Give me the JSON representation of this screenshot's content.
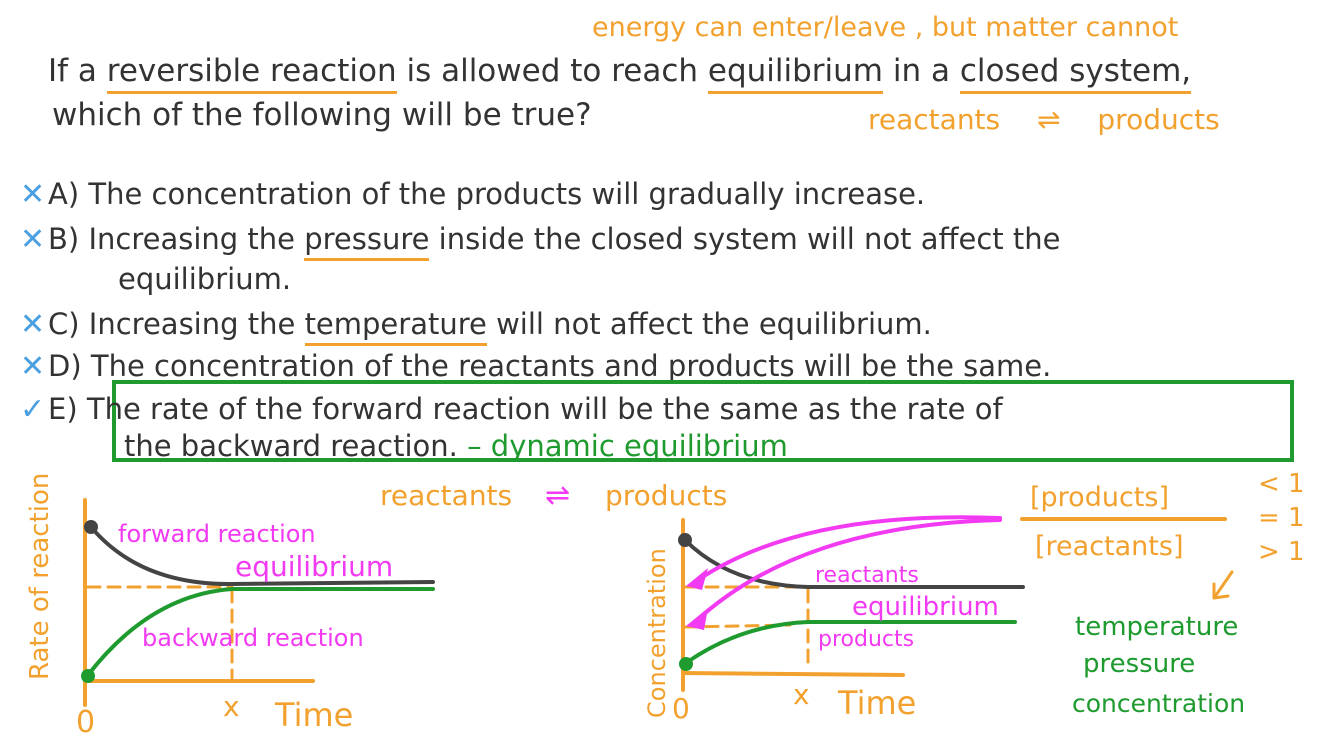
{
  "question": {
    "line1_pre": "If a ",
    "line1_u1": "reversible reaction",
    "line1_mid": " is allowed to reach ",
    "line1_u2": "equilibrium",
    "line1_mid2": " in a ",
    "line1_u3": "closed system,",
    "line2": "which of the following will be true?"
  },
  "annotations": {
    "closed_system_note": "energy can enter/leave , but matter cannot",
    "reactants": "reactants",
    "arrow": "⇌",
    "products": "products"
  },
  "options": [
    {
      "mark": "✕",
      "letter": "A)",
      "text": "The concentration of the products will gradually increase.",
      "correct": false
    },
    {
      "mark": "✕",
      "letter": "B)",
      "pre": "Increasing the ",
      "underlined": "pressure",
      "post": " inside the closed system will not affect the",
      "line2": "equilibrium.",
      "correct": false
    },
    {
      "mark": "✕",
      "letter": "C)",
      "pre": "Increasing the ",
      "underlined": "temperature",
      "post": " will not affect the equilibrium.",
      "correct": false
    },
    {
      "mark": "✕",
      "letter": "D)",
      "text": "The concentration of the reactants and products will be the same.",
      "correct": false
    },
    {
      "mark": "✓",
      "letter": "E)",
      "text": "The rate of the forward reaction will be the same as the rate of",
      "line2": "the backward reaction.",
      "note": "– dynamic equilibrium",
      "correct": true
    }
  ],
  "graph_rate": {
    "ylabel": "Rate of reaction",
    "xlabel": "Time",
    "origin": "0",
    "x_mark": "x",
    "forward_label": "forward reaction",
    "backward_label": "backward reaction",
    "equilibrium_label": "equilibrium"
  },
  "graph_conc": {
    "title_reactants": "reactants",
    "title_arrow": "⇌",
    "title_products": "products",
    "ylabel": "Concentration",
    "xlabel": "Time",
    "origin": "0",
    "x_mark": "x",
    "reactants_label": "reactants",
    "products_label": "products",
    "equilibrium_label": "equilibrium"
  },
  "ratio": {
    "numerator": "[products]",
    "denominator": "[reactants]",
    "comparisons": [
      "< 1",
      "= 1",
      "> 1"
    ],
    "factors": [
      "temperature",
      "pressure",
      "concentration"
    ]
  },
  "colors": {
    "ink": "#333333",
    "orange": "#f2a12e",
    "magenta": "#f13af1",
    "green": "#1e9a2e",
    "blue": "#4a9fe0",
    "grey_curve": "#444444"
  }
}
